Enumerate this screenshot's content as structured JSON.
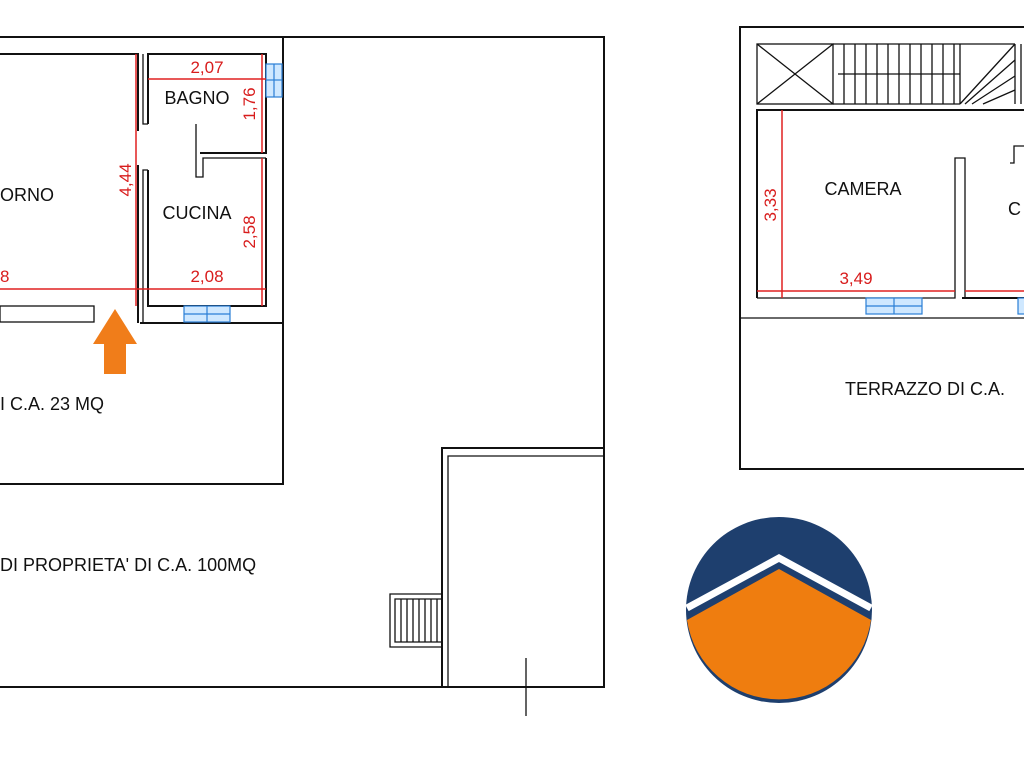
{
  "rooms": {
    "forno": "ORNO",
    "bagno": "BAGNO",
    "cucina": "CUCINA",
    "terrace_left": "I C.A. 23 MQ",
    "yard": "DI PROPRIETA' DI C.A. 100MQ",
    "camera": "CAMERA",
    "camera2": "C",
    "terrace_right": "TERRAZZO DI C.A."
  },
  "dimensions": {
    "bagno_width": "2,07",
    "bagno_depth": "1,76",
    "forno_depth": "4,44",
    "cucina_depth": "2,58",
    "cucina_width": "2,08",
    "forno_width": "8",
    "camera_depth": "3,33",
    "camera_width": "3,49"
  },
  "colors": {
    "walls": "#111111",
    "dimension_lines": "#e02020",
    "windows": "#2a7fd6",
    "entrance_arrow": "#f07d1a",
    "logo_top": "#1e3f6e",
    "logo_bottom": "#ef7d0f"
  },
  "icons": {
    "entrance": "arrow-up-icon",
    "logo": "house-roof-logo"
  }
}
